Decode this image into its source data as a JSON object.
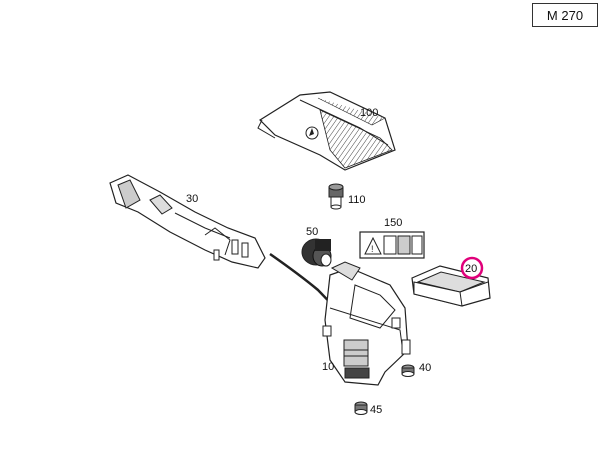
{
  "model_badge": "M 270",
  "parts": {
    "engine_cover": "100",
    "grommet_top": "110",
    "intake_duct": "30",
    "resonator": "50",
    "warning_label": "150",
    "filter_element": "20",
    "air_filter_housing": "10",
    "rubber_mount_right": "40",
    "rubber_mount_bottom": "45"
  },
  "highlight": {
    "part": "filter_element",
    "color": "#e0007a"
  },
  "colors": {
    "line": "#222222",
    "part_fill": "#ffffff",
    "shade": "#cfcfcf"
  }
}
